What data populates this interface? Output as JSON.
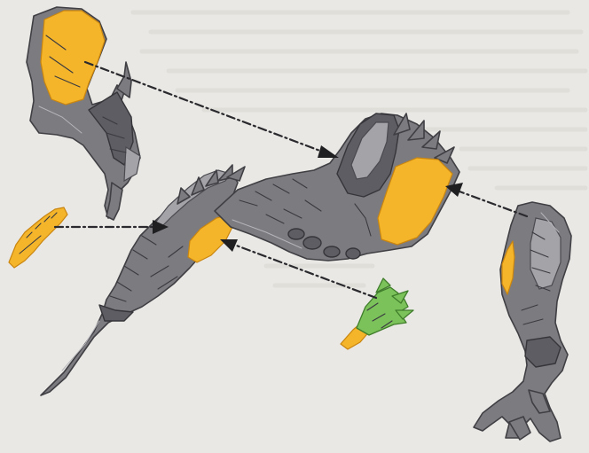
{
  "figure": {
    "parts": [
      {
        "name": "left-leg-upper-part",
        "color": "#7c7c80",
        "glue_color": "#f4b52a"
      },
      {
        "name": "tail-section-part",
        "color": "#7c7c80",
        "glue_color": "#f4b52a"
      },
      {
        "name": "body-torso-part",
        "color": "#7c7c80",
        "glue_color": "#f4b52a"
      },
      {
        "name": "right-leg-part",
        "color": "#7c7c80",
        "glue_color": "#f4b52a"
      },
      {
        "name": "small-yellow-spike-part",
        "color": "#f4b52a"
      },
      {
        "name": "green-spine-part",
        "color": "#7cc25a"
      }
    ],
    "arrows": 4,
    "arrow_style": "dash-dot"
  }
}
